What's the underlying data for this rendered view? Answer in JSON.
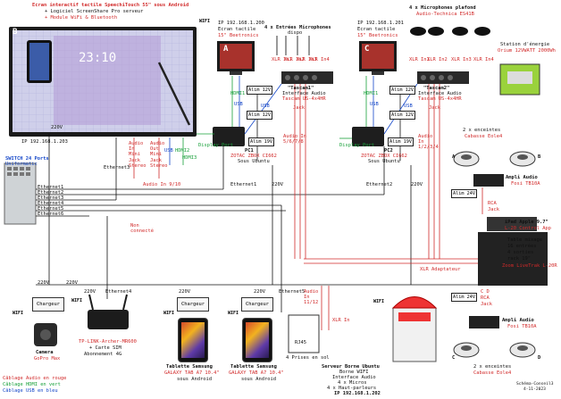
{
  "title": {
    "line1": "Ecran interactif tactile SpeechiTouch 55\" sous Android",
    "line2": "+ Logiciel ScreenShare Pro serveur",
    "line3": "+ Module WiFi & Bluetooth"
  },
  "main_screen": {
    "letter": "B",
    "clock": "23:10",
    "ip": "IP 192.168.1.203"
  },
  "wifi_label": "WIFI",
  "screen_a": {
    "ip": "IP 192.168.1.200",
    "title": "Ecran tactile",
    "model": "15\" Beetronics",
    "letter": "A"
  },
  "screen_c": {
    "ip": "IP 192.168.1.201",
    "title": "Ecran tactile",
    "model": "15\" Beetronics",
    "letter": "C"
  },
  "mics": {
    "title": "4 x Entrées Microphones",
    "subtitle": "dispo",
    "labels": [
      "XLR In1",
      "XLR In2",
      "XLR In3",
      "XLR In4"
    ]
  },
  "ceiling_mics": {
    "title": "4 x Microphones plafond",
    "model": "Audio-Technica ES41B",
    "labels": [
      "XLR In1",
      "XLR In2",
      "XLR In3",
      "XLR In4"
    ]
  },
  "station": {
    "title": "Station d'énergie",
    "model": "Orium 12VWATT 2000Wh"
  },
  "tascam1": {
    "name": "\"Tascam1\"",
    "desc": "Interface Audio",
    "model": "Tascam US-4x4HR",
    "jack": "Jack"
  },
  "tascam2": {
    "name": "\"Tascam2\"",
    "desc": "Interface Audio",
    "model": "Tascam US-4x4HR",
    "jack": "Jack"
  },
  "pc1": {
    "name": "PC1",
    "model": "ZOTAC ZBOX CI662",
    "os": "Sous Ubuntu"
  },
  "pc2": {
    "name": "PC2",
    "model": "ZOTAC ZBOX CI662",
    "os": "Sous Ubuntu"
  },
  "alims": {
    "alim12": "Alim 12V",
    "alim19": "Alim 19V",
    "alim24": "Alim 24V"
  },
  "ports": {
    "hdmi1": "HDMI1",
    "hdmi2": "HDMI2",
    "hdmi3": "HDMI3",
    "usb": "USB",
    "display_port": "Display Port",
    "audio_in_jack": "Audio In Mini Jack Stereo",
    "audio_out_jack": "Audio Out Mini Jack Stereo",
    "audio_in_910": "Audio In 9/10",
    "audio_in_5678": "Audio In 5/6/7/8",
    "audio_in_1234": "Audio In 1/2/3/4",
    "audio_in_1112": "Audio In 11/12",
    "non_connected": "Non connecté",
    "xlr_in": "XLR In"
  },
  "switch": {
    "title": "SWITCH 24 Ports",
    "model": "Uniformatic",
    "ports": [
      "Ethernet1",
      "Ethernet2",
      "Ethernet3",
      "Ethernet4",
      "Ethernet5",
      "Ethernet6"
    ]
  },
  "eth": {
    "e1": "Ethernet1",
    "e2": "Ethernet2",
    "e3": "Ethernet3",
    "e4": "Ethernet4",
    "e5": "Ethernet5"
  },
  "voltage": "220V",
  "speakers_top": {
    "title": "2 x enceintes",
    "model": "Cabasse Eole4",
    "left": "A",
    "right": "B"
  },
  "speakers_bottom": {
    "title": "2 x enceintes",
    "model": "Cabasse Eole4",
    "left": "C",
    "right": "D"
  },
  "amp_top": {
    "title": "Ampli Audio",
    "model": "Fosi TB10A",
    "rca": "RCA",
    "jack": "Jack"
  },
  "amp_bottom": {
    "title": "Ampli Audio",
    "model": "Fosi TB10A",
    "rca": "RCA",
    "jack": "Jack",
    "labels": "C D"
  },
  "mixer": {
    "ipad": "iPad Apple 9.7\"",
    "ipad_sub": "L-20 Control App",
    "table": "Table mixage",
    "channels": "16 entrées",
    "outputs": "4 sorties",
    "rack": "rack 19\"",
    "model": "Zoom LiveTrak L-20R"
  },
  "camera": {
    "label": "Camera",
    "model": "GoPro Max",
    "charger": "Chargeur"
  },
  "router": {
    "model": "TP-LINK-Archer-MR600",
    "sim": "+ Carte SIM",
    "subscription": "Abonnement 4G"
  },
  "tablet1": {
    "name": "Tablette Samsung",
    "model": "GALAXY TAB A7 10.4\"",
    "os": "sous Android",
    "charger": "Chargeur"
  },
  "tablet2": {
    "name": "Tablette Samsung",
    "model": "GALAXY TAB A7 10.4\"",
    "os": "sous Android",
    "charger": "Chargeur"
  },
  "server": {
    "title": "Serveur Borne Ubuntu",
    "l1": "Borne WIFI",
    "l2": "Interface Audio",
    "l3": "4 x Micros",
    "l4": "4 x Haut-parleurs",
    "ip": "IP 192.168.1.202",
    "wifi": "WIFI"
  },
  "prises": "4 Prises en sol",
  "rj45": "RJ45",
  "adapter": "XLR Adaptateur",
  "legend": {
    "audio": "Câblage Audio en rouge",
    "hdmi": "Câblage HDMI en vert",
    "usb": "Câblage USB en bleu"
  },
  "footer": {
    "author": "Schéma-Conseil3",
    "date": "4-11-2023"
  },
  "colors": {
    "audio": "#d12a2a",
    "hdmi": "#18a03a",
    "usb": "#1446c8",
    "ethernet": "#111111"
  }
}
